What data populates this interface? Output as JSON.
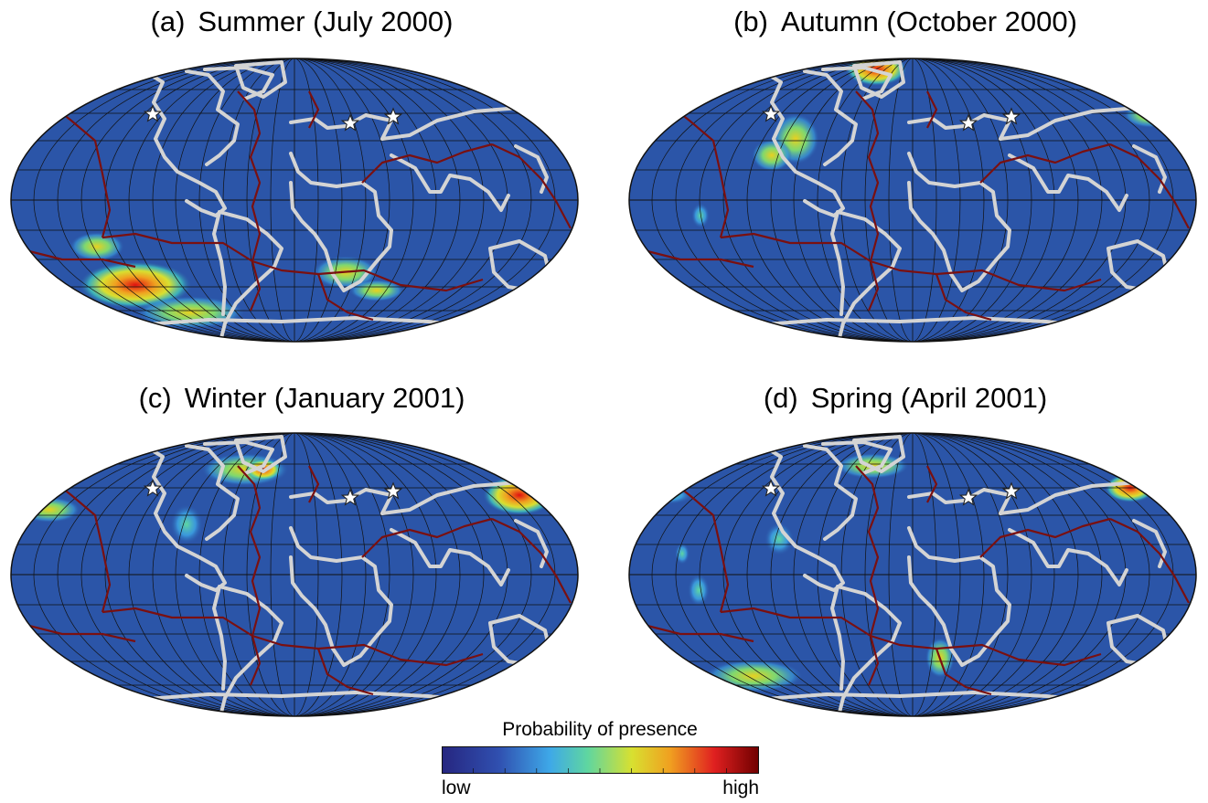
{
  "panels": [
    {
      "tag": "(a)",
      "title": "Summer (July 2000)"
    },
    {
      "tag": "(b)",
      "title": "Autumn (October 2000)"
    },
    {
      "tag": "(c)",
      "title": "Winter (January 2001)"
    },
    {
      "tag": "(d)",
      "title": "Spring (April 2001)"
    }
  ],
  "legend": {
    "title": "Probability of presence",
    "low": "low",
    "high": "high"
  },
  "colors": {
    "ocean": "#2b55a8",
    "coastline": "#d4d4d4",
    "plate_boundary": "#7a1010",
    "graticule": "#111111",
    "colormap": [
      "#262680",
      "#3050b0",
      "#3ea8e8",
      "#5fd6a0",
      "#d8e030",
      "#f0a020",
      "#e02020",
      "#700000"
    ]
  },
  "map": {
    "projection": "Mollweide",
    "marker": "star-icon"
  }
}
